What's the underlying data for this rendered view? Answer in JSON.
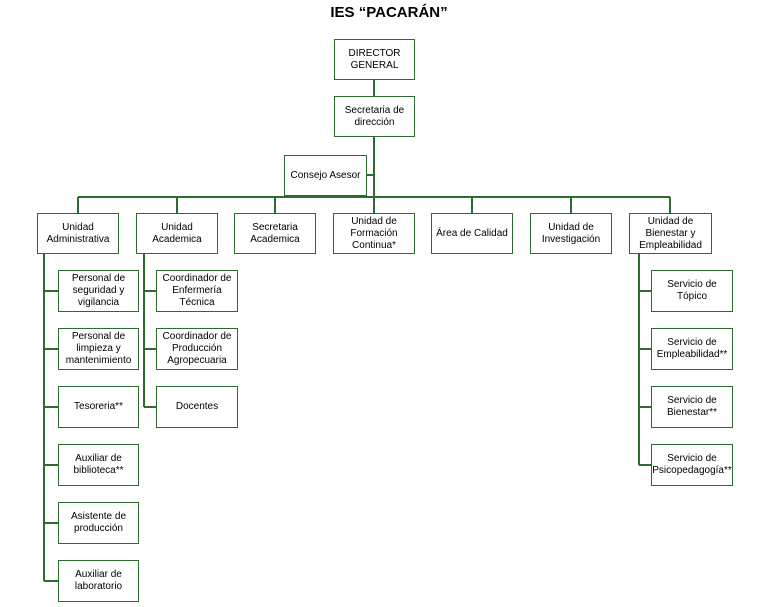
{
  "title": "IES “PACARÁN”",
  "nodes": {
    "director": "DIRECTOR\nGENERAL",
    "secretaria_direccion": "Secretaria de\ndirección",
    "consejo": "Consejo Asesor",
    "unidad_administrativa": "Unidad\nAdministrativa",
    "unidad_academica": "Unidad\nAcademica",
    "secretaria_academica": "Secretaria\nAcademica",
    "formacion_continua": "Unidad de\nFormación\nContinua*",
    "area_calidad": "Área de Calidad",
    "investigacion": "Unidad de\nInvestigación",
    "bienestar": "Unidad de\nBienestar y\nEmpleabilidad",
    "admin_children": [
      "Personal de\nseguridad y\nvigilancia",
      "Personal de\nlimpieza y\nmantenimiento",
      "Tesoreria**",
      "Auxiliar de\nbiblioteca**",
      "Asistente de\nproducción",
      "Auxiliar de\nlaboratorio"
    ],
    "academic_children": [
      "Coordinador de\nEnfermería\nTécnica",
      "Coordinador de\nProducción\nAgropecuaria",
      "Docentes"
    ],
    "bienestar_children": [
      "Servicio de\nTópico",
      "Servicio de\nEmpleabilidad**",
      "Servicio de\nBienestar**",
      "Servicio de\nPsicopedagogía**"
    ]
  },
  "colors": {
    "line": "#2e6b2e",
    "border": "#2e6b2e"
  }
}
